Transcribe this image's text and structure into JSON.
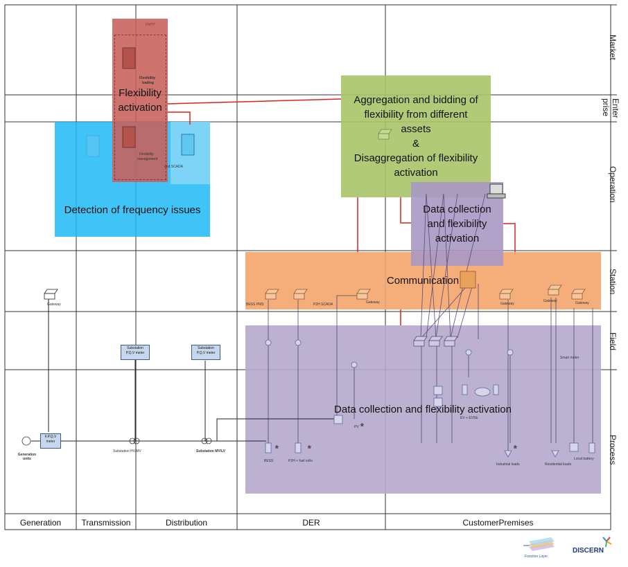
{
  "zones": [
    "Market",
    "Enterprise",
    "Operation",
    "Station",
    "Field",
    "Process"
  ],
  "zone_label_enterprise": [
    "Enter",
    "prise"
  ],
  "domains": [
    "Generation",
    "Transmission",
    "Distribution",
    "DER",
    "CustomerPremises"
  ],
  "function_boxes": {
    "flexibility_activation": "Flexibility activation",
    "aggregation": [
      "Aggregation and bidding of",
      "flexibility from different",
      "assets",
      "&",
      "Disaggregation of flexibility",
      "activation"
    ],
    "frequency": "Detection of frequency issues",
    "data_collection_operation": [
      "Data collection",
      "and flexibility",
      "activation"
    ],
    "communication": "Communication",
    "data_collection_field": "Data collection and flexibility activation"
  },
  "component_labels": {
    "fmtp": "FMTP",
    "flex_trading": [
      "Flexibility",
      "trading"
    ],
    "flex_management": [
      "Flexibility",
      "management"
    ],
    "scada": "and SCADA",
    "gateway": "Gateway",
    "bess_pms": "BESS PMS",
    "p2h_scada": "P2H SCADA",
    "substation_pqv_meter": [
      "Substation",
      "P,Q,V meter"
    ],
    "fpqv_meter": [
      "F,P,Q,V",
      "meter"
    ],
    "generation_units": [
      "Generation",
      "units"
    ],
    "substation_hv_mv": "Substation HV/MV",
    "substation_mv_lv": "Substation MV/LV",
    "bess": "BESS",
    "p2h_fuel_cells": "P2H + fuel cells",
    "pv": "PV",
    "ev_evse": "EV + EVSE",
    "industrial_loads": "Industrial loads",
    "residential_loads": "Residential loads",
    "local_battery": "Local battery",
    "smart_meter": "Smart meter"
  },
  "legend": {
    "function_layer": "Function Layer",
    "logo": "DISCERN"
  },
  "colors": {
    "red": "#c8605a",
    "blue": "#1fb8f5",
    "green": "#a8c468",
    "purple": "#a898c4",
    "orange": "#f4a46a",
    "connector": "#e02020"
  }
}
